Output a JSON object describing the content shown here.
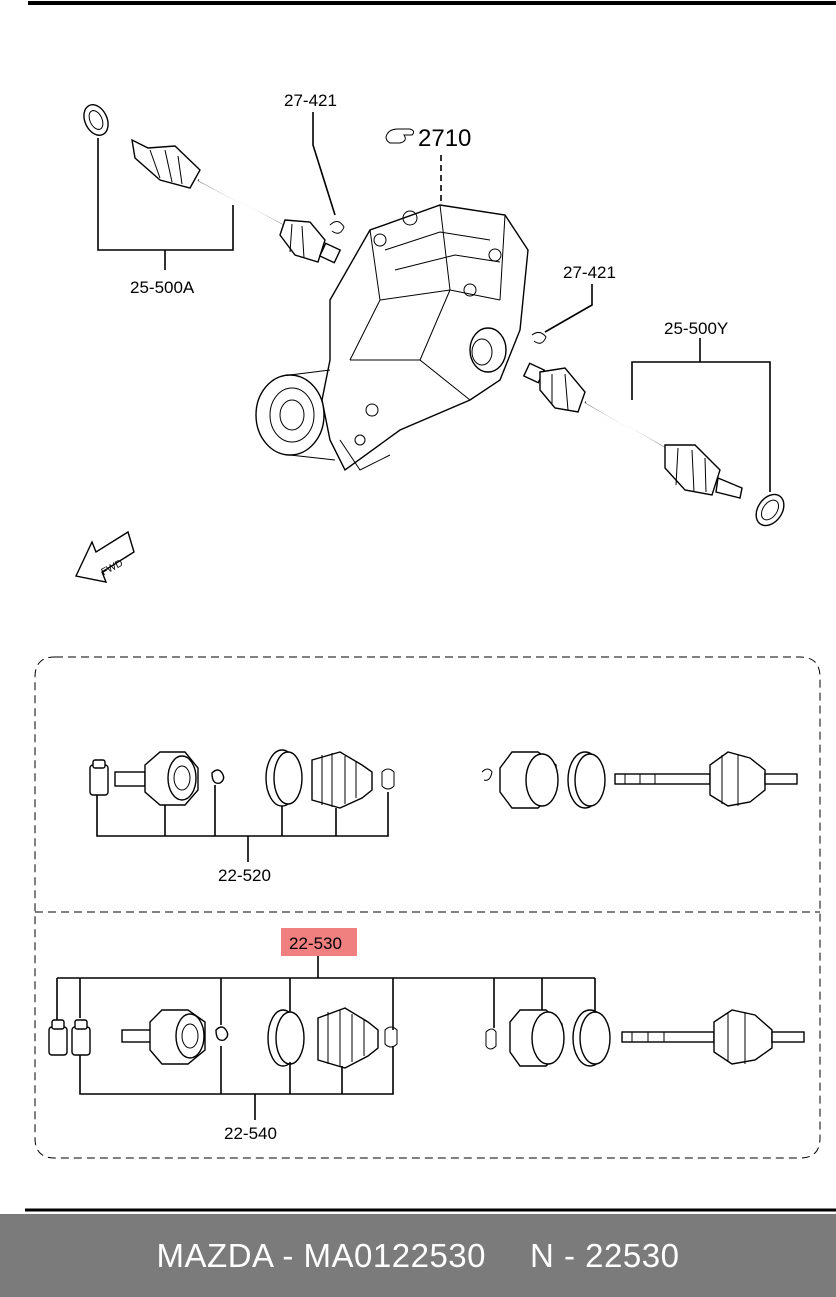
{
  "diagram": {
    "callouts": {
      "assembly_main": "2710",
      "clip_left": "27-421",
      "clip_right": "27-421",
      "shaft_left": "25-500A",
      "shaft_right": "25-500Y",
      "kit_outer": "22-520",
      "kit_highlighted": "22-530",
      "kit_inner": "22-540"
    },
    "direction_marker": "FWD",
    "highlight_color": "#f08080"
  },
  "footer": {
    "brand_part": "MAZDA - MA0122530",
    "oem_code": "N - 22530",
    "background": "#7b7b7b"
  }
}
